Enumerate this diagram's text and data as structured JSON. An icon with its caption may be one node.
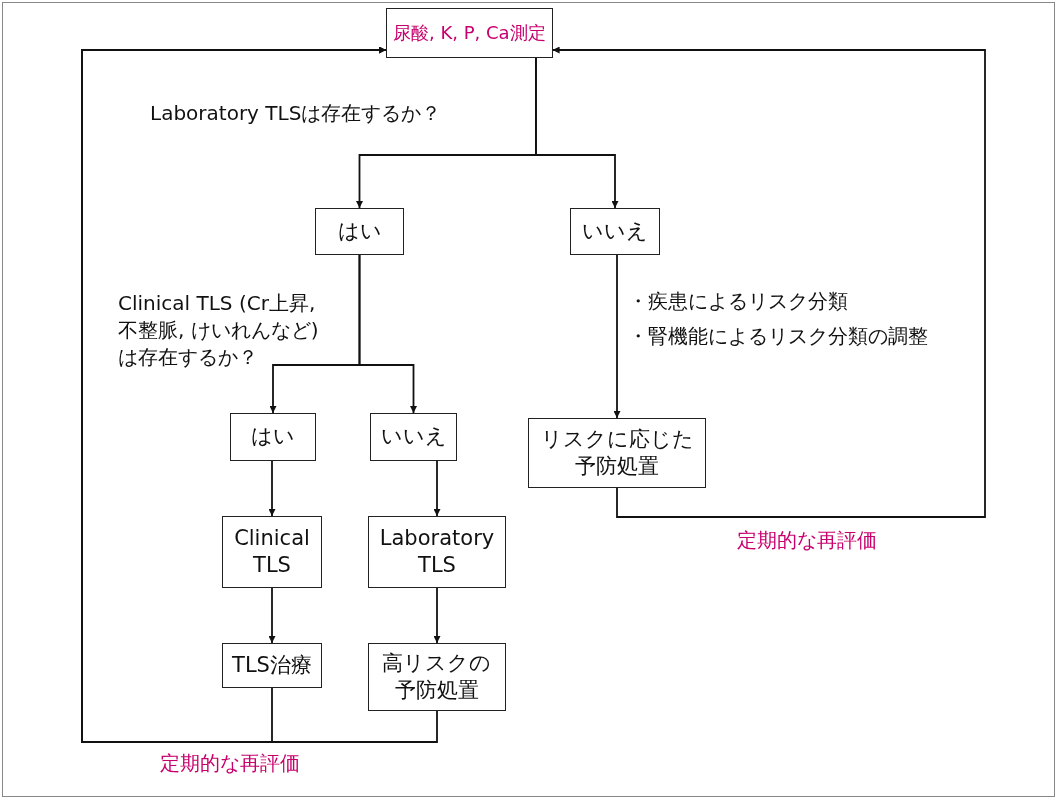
{
  "diagram": {
    "nodes": [
      {
        "text": [
          "尿酸, K, P, Ca測定"
        ]
      },
      {
        "text": [
          "はい"
        ]
      },
      {
        "text": [
          "いいえ"
        ]
      },
      {
        "text": [
          "はい"
        ]
      },
      {
        "text": [
          "いいえ"
        ]
      },
      {
        "text": [
          "リスクに応じた予防処置"
        ]
      },
      {
        "text": [
          "Clinical TLS"
        ]
      },
      {
        "text": [
          "Laboratory TLS"
        ]
      },
      {
        "text": [
          "TLS治療"
        ]
      },
      {
        "text": [
          "高リスクの予防処置"
        ]
      }
    ],
    "edges": [
      {
        "from": 0,
        "to": 1,
        "arrow": "to"
      },
      {
        "from": 0,
        "to": 2,
        "arrow": "to"
      },
      {
        "from": 1,
        "to": 3,
        "arrow": "to"
      },
      {
        "from": 1,
        "to": 4,
        "arrow": "to"
      },
      {
        "from": 2,
        "to": 5,
        "arrow": "to"
      },
      {
        "from": 3,
        "to": 6,
        "arrow": "to"
      },
      {
        "from": 4,
        "to": 7,
        "arrow": "to"
      },
      {
        "from": 6,
        "to": 8,
        "arrow": "to"
      },
      {
        "from": 7,
        "to": 9,
        "arrow": "to"
      },
      {
        "from": 8,
        "to": 0,
        "arrow": "to",
        "label": "定期的な再評価"
      },
      {
        "from": 9,
        "to": 0,
        "arrow": "to"
      },
      {
        "from": 5,
        "to": 0,
        "arrow": "to",
        "label": "定期的な再評価"
      }
    ],
    "labels": [
      "Laboratory TLSは存在するか？",
      "Clinical TLS (Cr上昇, 不整脈, けいれんなど) は存在するか？",
      "・疾患によるリスク分類",
      "・腎機能によるリスク分類の調整"
    ]
  }
}
